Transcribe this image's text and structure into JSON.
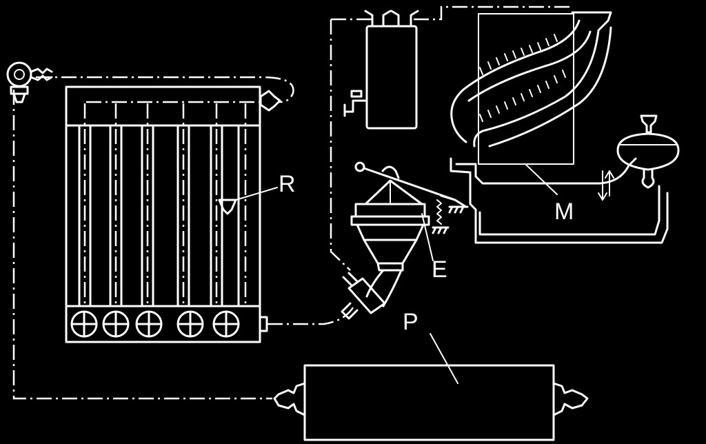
{
  "labels": {
    "radiator": "R",
    "engine": "E",
    "manifold": "M",
    "pump": "P"
  },
  "colors": {
    "background": "#000000",
    "ink": "#ffffff"
  }
}
